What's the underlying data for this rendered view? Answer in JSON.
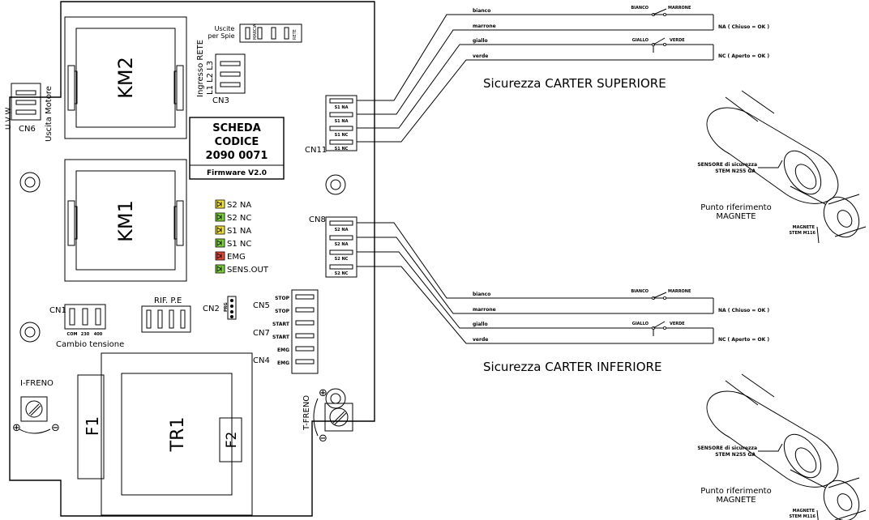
{
  "board": {
    "km2": "KM2",
    "km1": "KM1",
    "tr1": "TR1",
    "f1": "F1",
    "f2": "F2",
    "title_lines": [
      "SCHEDA",
      "CODICE",
      "2090 0071"
    ],
    "firmware": "Firmware V2.0",
    "cn6": "CN6",
    "uvw": "U  V  W",
    "uscita_motore": "Uscita Motore",
    "cn3": "CN3",
    "ingresso_rete": "Ingresso RETE",
    "l123": "L1 L2 L3",
    "uscite_spie_1": "Uscite",
    "uscite_spie_2": "per Spie",
    "spie_marcia": "MARCIA",
    "spie_rete": "RETE",
    "cn11": "CN11",
    "cn11_pins": [
      "S1 NA",
      "S1 NA",
      "S1 NC",
      "S1 NC"
    ],
    "cn8": "CN8",
    "cn8_pins": [
      "S2 NA",
      "S2 NA",
      "S2 NC",
      "S2 NC"
    ],
    "cn1": "CN1",
    "cn1_pins": [
      "COM",
      "230",
      "400"
    ],
    "cambio_tensione": "Cambio tensione",
    "rif_pe": "RIF. P.E",
    "cn2": "CN2",
    "prg": "PRG",
    "cn5": "CN5",
    "cn7": "CN7",
    "cn4": "CN4",
    "cmd_labels": [
      "STOP",
      "STOP",
      "START",
      "START",
      "EMG",
      "EMG"
    ],
    "i_freno": "I-FRENO",
    "t_freno": "T-FRENO",
    "plus": "⊕",
    "minus": "⊖"
  },
  "leds": [
    {
      "label": "S2 NA",
      "color": "#f2e23a"
    },
    {
      "label": "S2 NC",
      "color": "#7fd33a"
    },
    {
      "label": "S1 NA",
      "color": "#f2e23a"
    },
    {
      "label": "S1 NC",
      "color": "#7fd33a"
    },
    {
      "label": "EMG",
      "color": "#e8483a"
    },
    {
      "label": "SENS.OUT",
      "color": "#7fd33a"
    }
  ],
  "safety_upper": {
    "wires": [
      "bianco",
      "marrone",
      "giallo",
      "verde"
    ],
    "sw1_left": "BIANCO",
    "sw1_right": "MARRONE",
    "sw2_left": "GIALLO",
    "sw2_right": "VERDE",
    "state_na": "NA ( Chiuso = OK )",
    "state_nc": "NC ( Aperto = OK )",
    "title": "Sicurezza CARTER SUPERIORE",
    "sensor_1": "SENSORE di sicurezza",
    "sensor_2": "STEM N255 GA",
    "ref_1": "Punto riferimento",
    "ref_2": "MAGNETE",
    "magnet_1": "MAGNETE",
    "magnet_2": "STEM M116"
  },
  "safety_lower": {
    "wires": [
      "bianco",
      "marrone",
      "giallo",
      "verde"
    ],
    "sw1_left": "BIANCO",
    "sw1_right": "MARRONE",
    "sw2_left": "GIALLO",
    "sw2_right": "VERDE",
    "state_na": "NA ( Chiuso = OK )",
    "state_nc": "NC ( Aperto = OK )",
    "title": "Sicurezza CARTER INFERIORE",
    "sensor_1": "SENSORE di sicurezza",
    "sensor_2": "STEM N255 GA",
    "ref_1": "Punto riferimento",
    "ref_2": "MAGNETE",
    "magnet_1": "MAGNETE",
    "magnet_2": "STEM M116"
  }
}
